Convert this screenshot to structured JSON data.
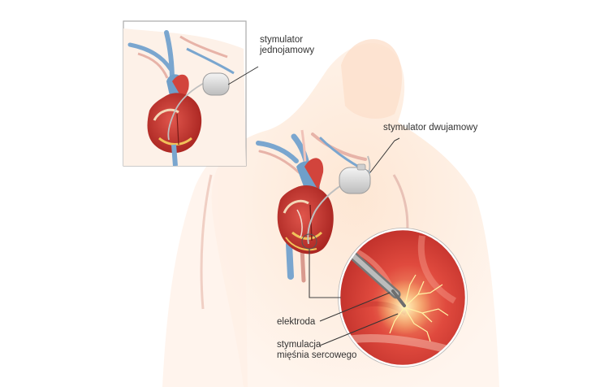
{
  "labels": {
    "single_chamber": [
      "stymulator",
      "jednojamowy"
    ],
    "dual_chamber": "stymulator dwujamowy",
    "electrode": "elektroda",
    "stimulation": [
      "stymulacja",
      "mięśnia sercowego"
    ]
  },
  "colors": {
    "body_silhouette": "#fbe6d6",
    "heart_red": "#c8322a",
    "vein_blue": "#6f9fc9",
    "artery_pink": "#e8a8a0",
    "device_gray": "#d8d8d8",
    "inset_border": "#aaaaaa",
    "tissue_red": "#e2564b",
    "spark_yellow": "#ffe27a",
    "leader_line": "#333333"
  },
  "icons": {
    "pacemaker_single": "pacemaker-device-icon",
    "pacemaker_dual": "pacemaker-device-icon",
    "heart": "heart-anatomy-icon",
    "electrode_tip": "electrode-tip-icon"
  }
}
